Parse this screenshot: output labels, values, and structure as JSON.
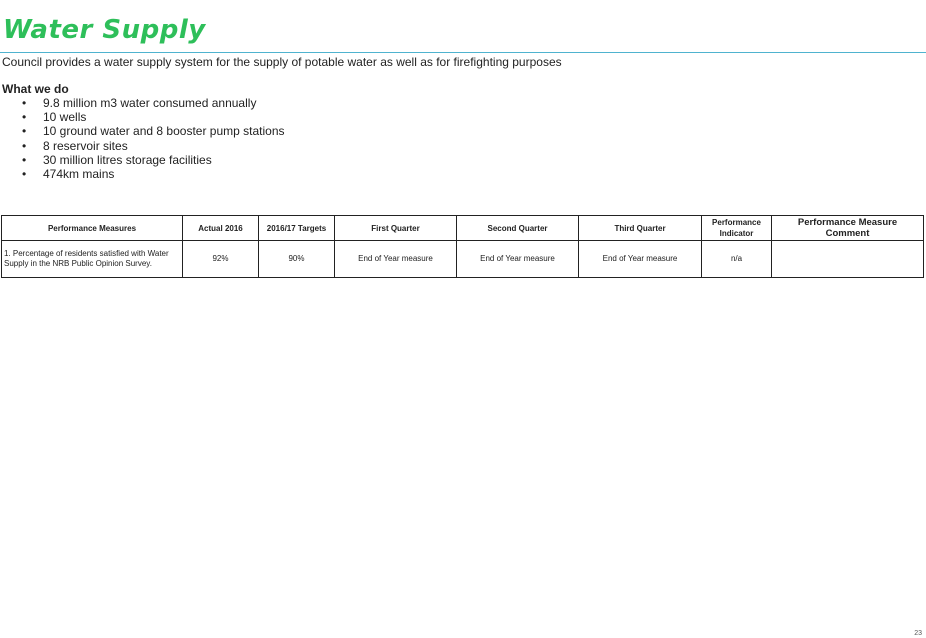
{
  "page": {
    "title": "Water Supply",
    "intro": "Council provides a water supply system for the supply of potable water as well as for firefighting purposes",
    "section_heading": "What we do",
    "bullet_glyph": "•",
    "bullets": [
      "9.8 million m3 water consumed annually",
      "10 wells",
      "10 ground water and 8 booster pump stations",
      "8 reservoir sites",
      "30 million litres storage facilities",
      "474km mains"
    ],
    "page_number": "23"
  },
  "colors": {
    "title": "#2ebf5a",
    "rule": "#4fb3cf"
  },
  "table": {
    "headers": {
      "measures": "Performance Measures",
      "actual": "Actual 2016",
      "targets": "2016/17 Targets",
      "q1": "First Quarter",
      "q2": "Second Quarter",
      "q3": "Third Quarter",
      "indicator": "Performance Indicator",
      "comment": "Performance Measure Comment"
    },
    "rows": [
      {
        "measure": "1. Percentage of residents satisfied with Water Supply in the NRB Public Opinion Survey.",
        "actual": "92%",
        "target": "90%",
        "q1": "End of Year measure",
        "q2": "End of Year measure",
        "q3": "End of Year measure",
        "indicator": "n/a",
        "comment": ""
      }
    ]
  }
}
